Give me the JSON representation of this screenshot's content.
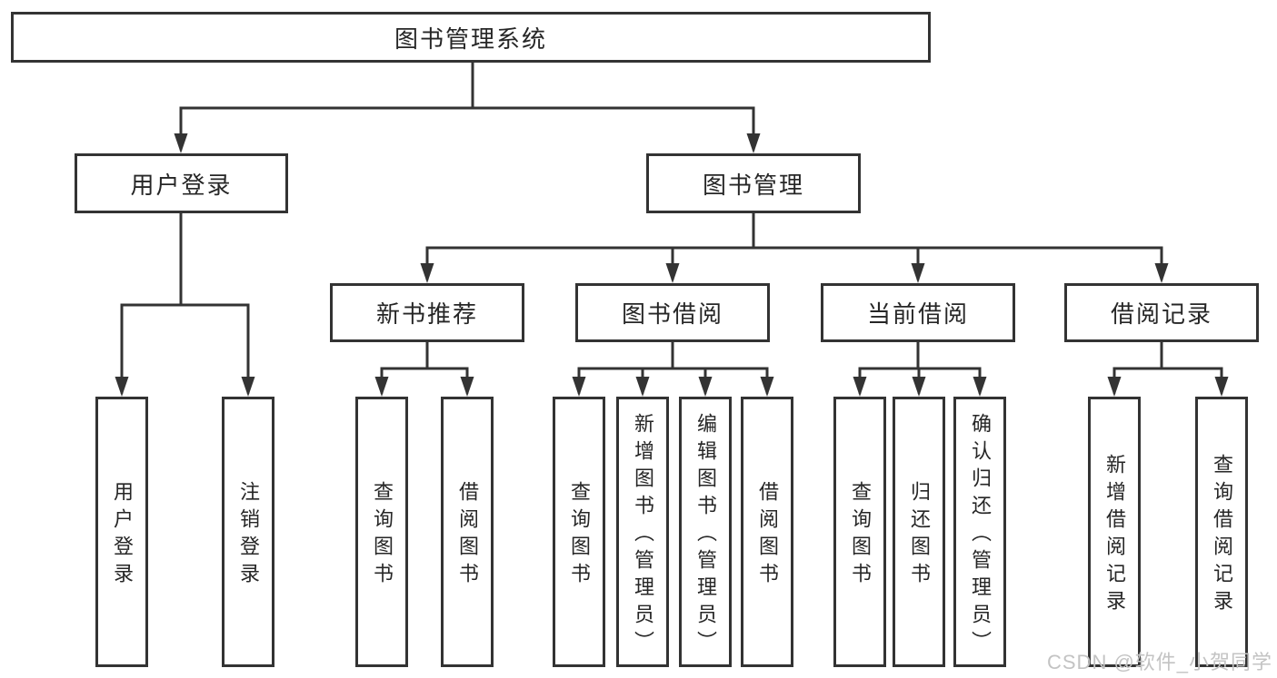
{
  "colors": {
    "line": "#333333",
    "text": "#262626",
    "watermark": "#c3c3c3",
    "background": "#ffffff"
  },
  "watermark": "CSDN @软件_小贺同学",
  "tree": {
    "root": {
      "label": "图书管理系统"
    },
    "level2": {
      "user_login": {
        "label": "用户登录"
      },
      "book_management": {
        "label": "图书管理"
      }
    },
    "level3": {
      "new_book_recommend": {
        "label": "新书推荐"
      },
      "book_borrow": {
        "label": "图书借阅"
      },
      "current_borrow": {
        "label": "当前借阅"
      },
      "borrow_records": {
        "label": "借阅记录"
      }
    },
    "leaves": {
      "user_login": [
        "用户登录",
        "注销登录"
      ],
      "new_book_recommend": [
        "查询图书",
        "借阅图书"
      ],
      "book_borrow": [
        "查询图书",
        "新增图书（管理员）",
        "编辑图书（管理员）",
        "借阅图书"
      ],
      "current_borrow": [
        "查询图书",
        "归还图书",
        "确认归还（管理员）"
      ],
      "borrow_records": [
        "新增借阅记录",
        "查询借阅记录"
      ]
    }
  }
}
